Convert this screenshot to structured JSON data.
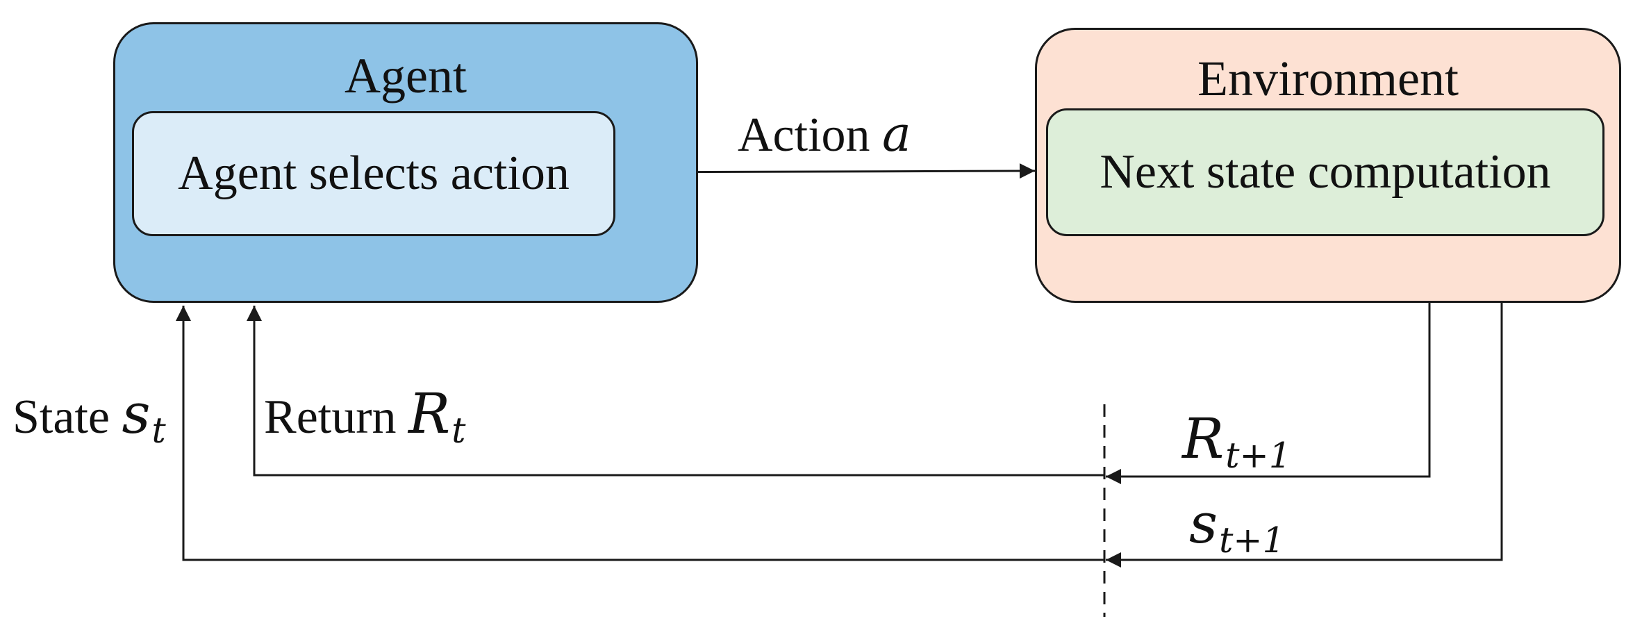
{
  "agent": {
    "title": "Agent",
    "inner_label": "Agent selects action",
    "fill": "#8ec3e7",
    "inner_fill": "#dbecf8"
  },
  "environment": {
    "title": "Environment",
    "inner_label": "Next state computation",
    "fill": "#fde1d3",
    "inner_fill": "#ddeed9"
  },
  "action": {
    "text": "Action ",
    "symbol": "a"
  },
  "state": {
    "text": "State ",
    "symbol": "s",
    "subscript": "t"
  },
  "return": {
    "text": "Return ",
    "symbol": "R",
    "subscript": "t"
  },
  "next_return": {
    "symbol": "R",
    "subscript": "t+1"
  },
  "next_state": {
    "symbol": "s",
    "subscript": "t+1"
  },
  "colors": {
    "line": "#1a1a1a",
    "border": "#1a1a1a"
  }
}
